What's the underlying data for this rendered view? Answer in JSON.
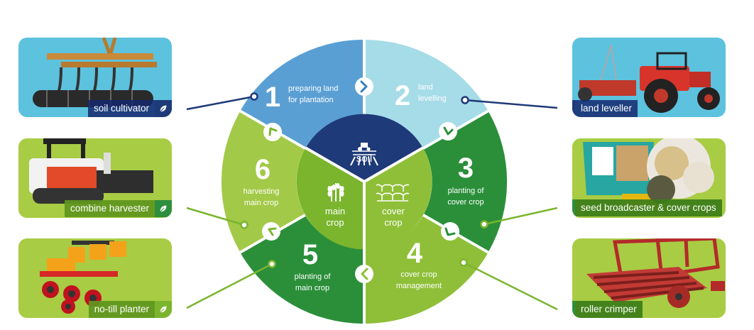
{
  "center": {
    "soil": "soil",
    "main_crop": [
      "main",
      "crop"
    ],
    "cover_crop": [
      "cover",
      "crop"
    ]
  },
  "steps": [
    {
      "num": "1",
      "lines": [
        "preparing land",
        "for plantation"
      ]
    },
    {
      "num": "2",
      "lines": [
        "land",
        "levelling"
      ]
    },
    {
      "num": "3",
      "lines": [
        "planting of",
        "cover crop"
      ]
    },
    {
      "num": "4",
      "lines": [
        "cover crop",
        "management"
      ]
    },
    {
      "num": "5",
      "lines": [
        "planting of",
        "main crop"
      ]
    },
    {
      "num": "6",
      "lines": [
        "harvesting",
        "main crop"
      ]
    }
  ],
  "machines": {
    "soil_cultivator": "soil cultivator",
    "land_leveller": "land leveller",
    "combine_harvester": "combine harvester",
    "seed_broadcaster": "seed broadcaster & cover crops",
    "no_till_planter": "no-till planter",
    "roller_crimper": "roller crimper"
  },
  "colors": {
    "step1": "#5a9fd4",
    "step2": "#a6dce8",
    "step3": "#2b8f3a",
    "step4": "#8fbf38",
    "step5": "#2b8f3a",
    "step6": "#a3c948",
    "soil": "#1e3a78",
    "main_crop": "#7ab52d",
    "cover_crop": "#8fbf38"
  },
  "icons": [
    "tractor-field-icon",
    "wheat-icon",
    "seedlings-icon",
    "leaf-icon",
    "chevron-icon"
  ]
}
